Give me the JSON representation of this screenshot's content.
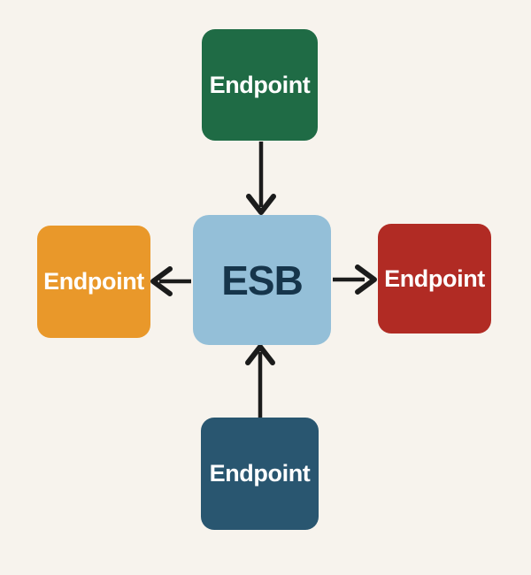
{
  "colors": {
    "background": "#f7f3ed",
    "arrow": "#1b1b1b"
  },
  "center": {
    "label": "ESB",
    "color": "#94bfd8",
    "text_color": "#16354b"
  },
  "nodes": [
    {
      "label": "Endpoint",
      "position": "top",
      "color": "#1f6b45",
      "text_color": "#ffffff",
      "arrow_direction": "into-center"
    },
    {
      "label": "Endpoint",
      "position": "left",
      "color": "#e9982a",
      "text_color": "#ffffff",
      "arrow_direction": "out-of-center"
    },
    {
      "label": "Endpoint",
      "position": "right",
      "color": "#b12b24",
      "text_color": "#ffffff",
      "arrow_direction": "out-of-center"
    },
    {
      "label": "Endpoint",
      "position": "bottom",
      "color": "#295670",
      "text_color": "#ffffff",
      "arrow_direction": "into-center"
    }
  ]
}
